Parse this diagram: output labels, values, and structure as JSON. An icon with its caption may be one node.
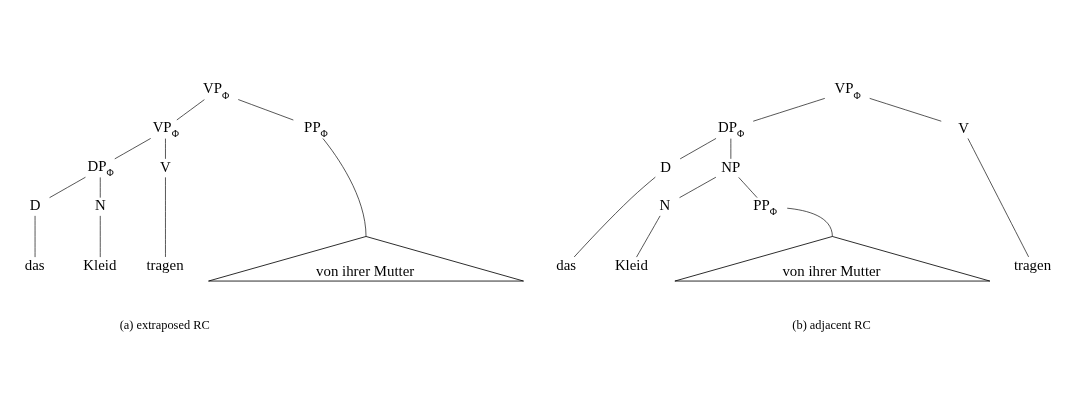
{
  "diagram": {
    "nodes": [
      {
        "text": [
          "VP$_{Φ}$"
        ]
      },
      {
        "text": [
          "VP$_{Φ}$"
        ]
      },
      {
        "text": [
          "PP$_{Φ}$"
        ]
      },
      {
        "text": [
          "DP$_{Φ}$"
        ]
      },
      {
        "text": [
          "V"
        ]
      },
      {
        "text": [
          "D"
        ]
      },
      {
        "text": [
          "N"
        ]
      },
      {
        "text": [
          "das"
        ]
      },
      {
        "text": [
          "Kleid"
        ]
      },
      {
        "text": [
          "tragen"
        ]
      },
      {
        "text": [
          "von ihrer Mutter"
        ]
      },
      {
        "text": [
          "VP$_{Φ}$"
        ]
      },
      {
        "text": [
          "DP$_{Φ}$"
        ]
      },
      {
        "text": [
          "V"
        ]
      },
      {
        "text": [
          "D"
        ]
      },
      {
        "text": [
          "NP"
        ]
      },
      {
        "text": [
          "N"
        ]
      },
      {
        "text": [
          "PP$_{Φ}$"
        ]
      },
      {
        "text": [
          "das"
        ]
      },
      {
        "text": [
          "Kleid"
        ]
      },
      {
        "text": [
          "von ihrer Mutter"
        ]
      },
      {
        "text": [
          "tragen"
        ]
      }
    ],
    "edges": [
      {
        "from": 0,
        "to": 1,
        "arrow": "none"
      },
      {
        "from": 0,
        "to": 2,
        "arrow": "none"
      },
      {
        "from": 1,
        "to": 3,
        "arrow": "none"
      },
      {
        "from": 1,
        "to": 4,
        "arrow": "none"
      },
      {
        "from": 3,
        "to": 5,
        "arrow": "none"
      },
      {
        "from": 3,
        "to": 6,
        "arrow": "none"
      },
      {
        "from": 5,
        "to": 7,
        "arrow": "none"
      },
      {
        "from": 6,
        "to": 8,
        "arrow": "none"
      },
      {
        "from": 4,
        "to": 9,
        "arrow": "none"
      },
      {
        "from": 2,
        "to": 10,
        "arrow": "none"
      },
      {
        "from": 11,
        "to": 12,
        "arrow": "none"
      },
      {
        "from": 11,
        "to": 13,
        "arrow": "none"
      },
      {
        "from": 12,
        "to": 14,
        "arrow": "none"
      },
      {
        "from": 12,
        "to": 15,
        "arrow": "none"
      },
      {
        "from": 14,
        "to": 18,
        "arrow": "none"
      },
      {
        "from": 15,
        "to": 16,
        "arrow": "none"
      },
      {
        "from": 15,
        "to": 17,
        "arrow": "none"
      },
      {
        "from": 16,
        "to": 19,
        "arrow": "none"
      },
      {
        "from": 17,
        "to": 20,
        "arrow": "none"
      },
      {
        "from": 13,
        "to": 21,
        "arrow": "none"
      }
    ],
    "labels": [
      "(a) extraposed RC",
      "(b) adjacent RC"
    ]
  }
}
